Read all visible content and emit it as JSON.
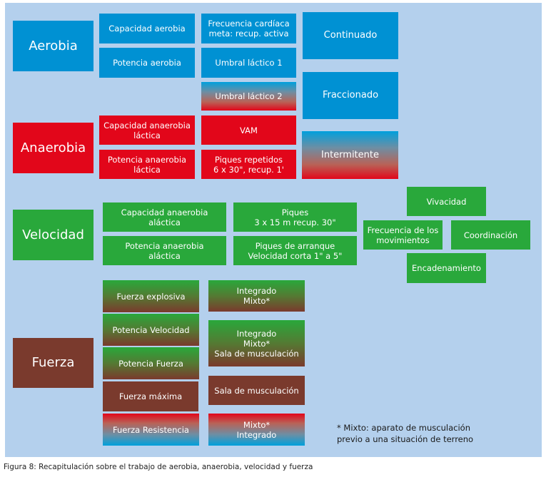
{
  "colors": {
    "background_panel": "#b4d0ed",
    "aerobia_blue": "#0091d3",
    "anaerobia_red": "#e2061a",
    "velocidad_green": "#29a83b",
    "fuerza_brown": "#7a3a2d"
  },
  "aerobia": {
    "label": "Aerobia",
    "qualities": [
      "Capacidad aerobia",
      "Potencia aerobia"
    ],
    "methods": [
      "Frecuencia cardíaca\nmeta: recup. activa",
      "Umbral láctico 1",
      "Umbral láctico 2"
    ],
    "training_types": [
      "Continuado",
      "Fraccionado",
      "Intermitente"
    ]
  },
  "anaerobia": {
    "label": "Anaerobia",
    "qualities": [
      "Capacidad anaerobia\nláctica",
      "Potencia anaerobia\nláctica"
    ],
    "methods": [
      "VAM",
      "Piques repetidos\n6 x 30\", recup. 1'"
    ]
  },
  "velocidad": {
    "label": "Velocidad",
    "qualities": [
      "Capacidad anaerobia\naláctica",
      "Potencia anaerobia\naláctica"
    ],
    "methods": [
      "Piques\n3 x 15 m recup. 30\"",
      "Piques de arranque\nVelocidad corta 1\" a 5\""
    ],
    "components": [
      "Vivacidad",
      "Frecuencia de los\nmovimientos",
      "Coordinación",
      "Encadenamiento"
    ]
  },
  "fuerza": {
    "label": "Fuerza",
    "qualities": [
      "Fuerza explosiva",
      "Potencia Velocidad",
      "Potencia Fuerza",
      "Fuerza máxima",
      "Fuerza Resistencia"
    ],
    "methods": [
      "Integrado\nMixto*",
      "Integrado\nMixto*\nSala de musculación",
      "Sala de musculación",
      "Mixto*\nIntegrado"
    ]
  },
  "note": "* Mixto: aparato de musculación\nprevio a una situación de terreno",
  "caption": "Figura 8: Recapitulación sobre el trabajo de aerobia, anaerobia, velocidad y fuerza"
}
